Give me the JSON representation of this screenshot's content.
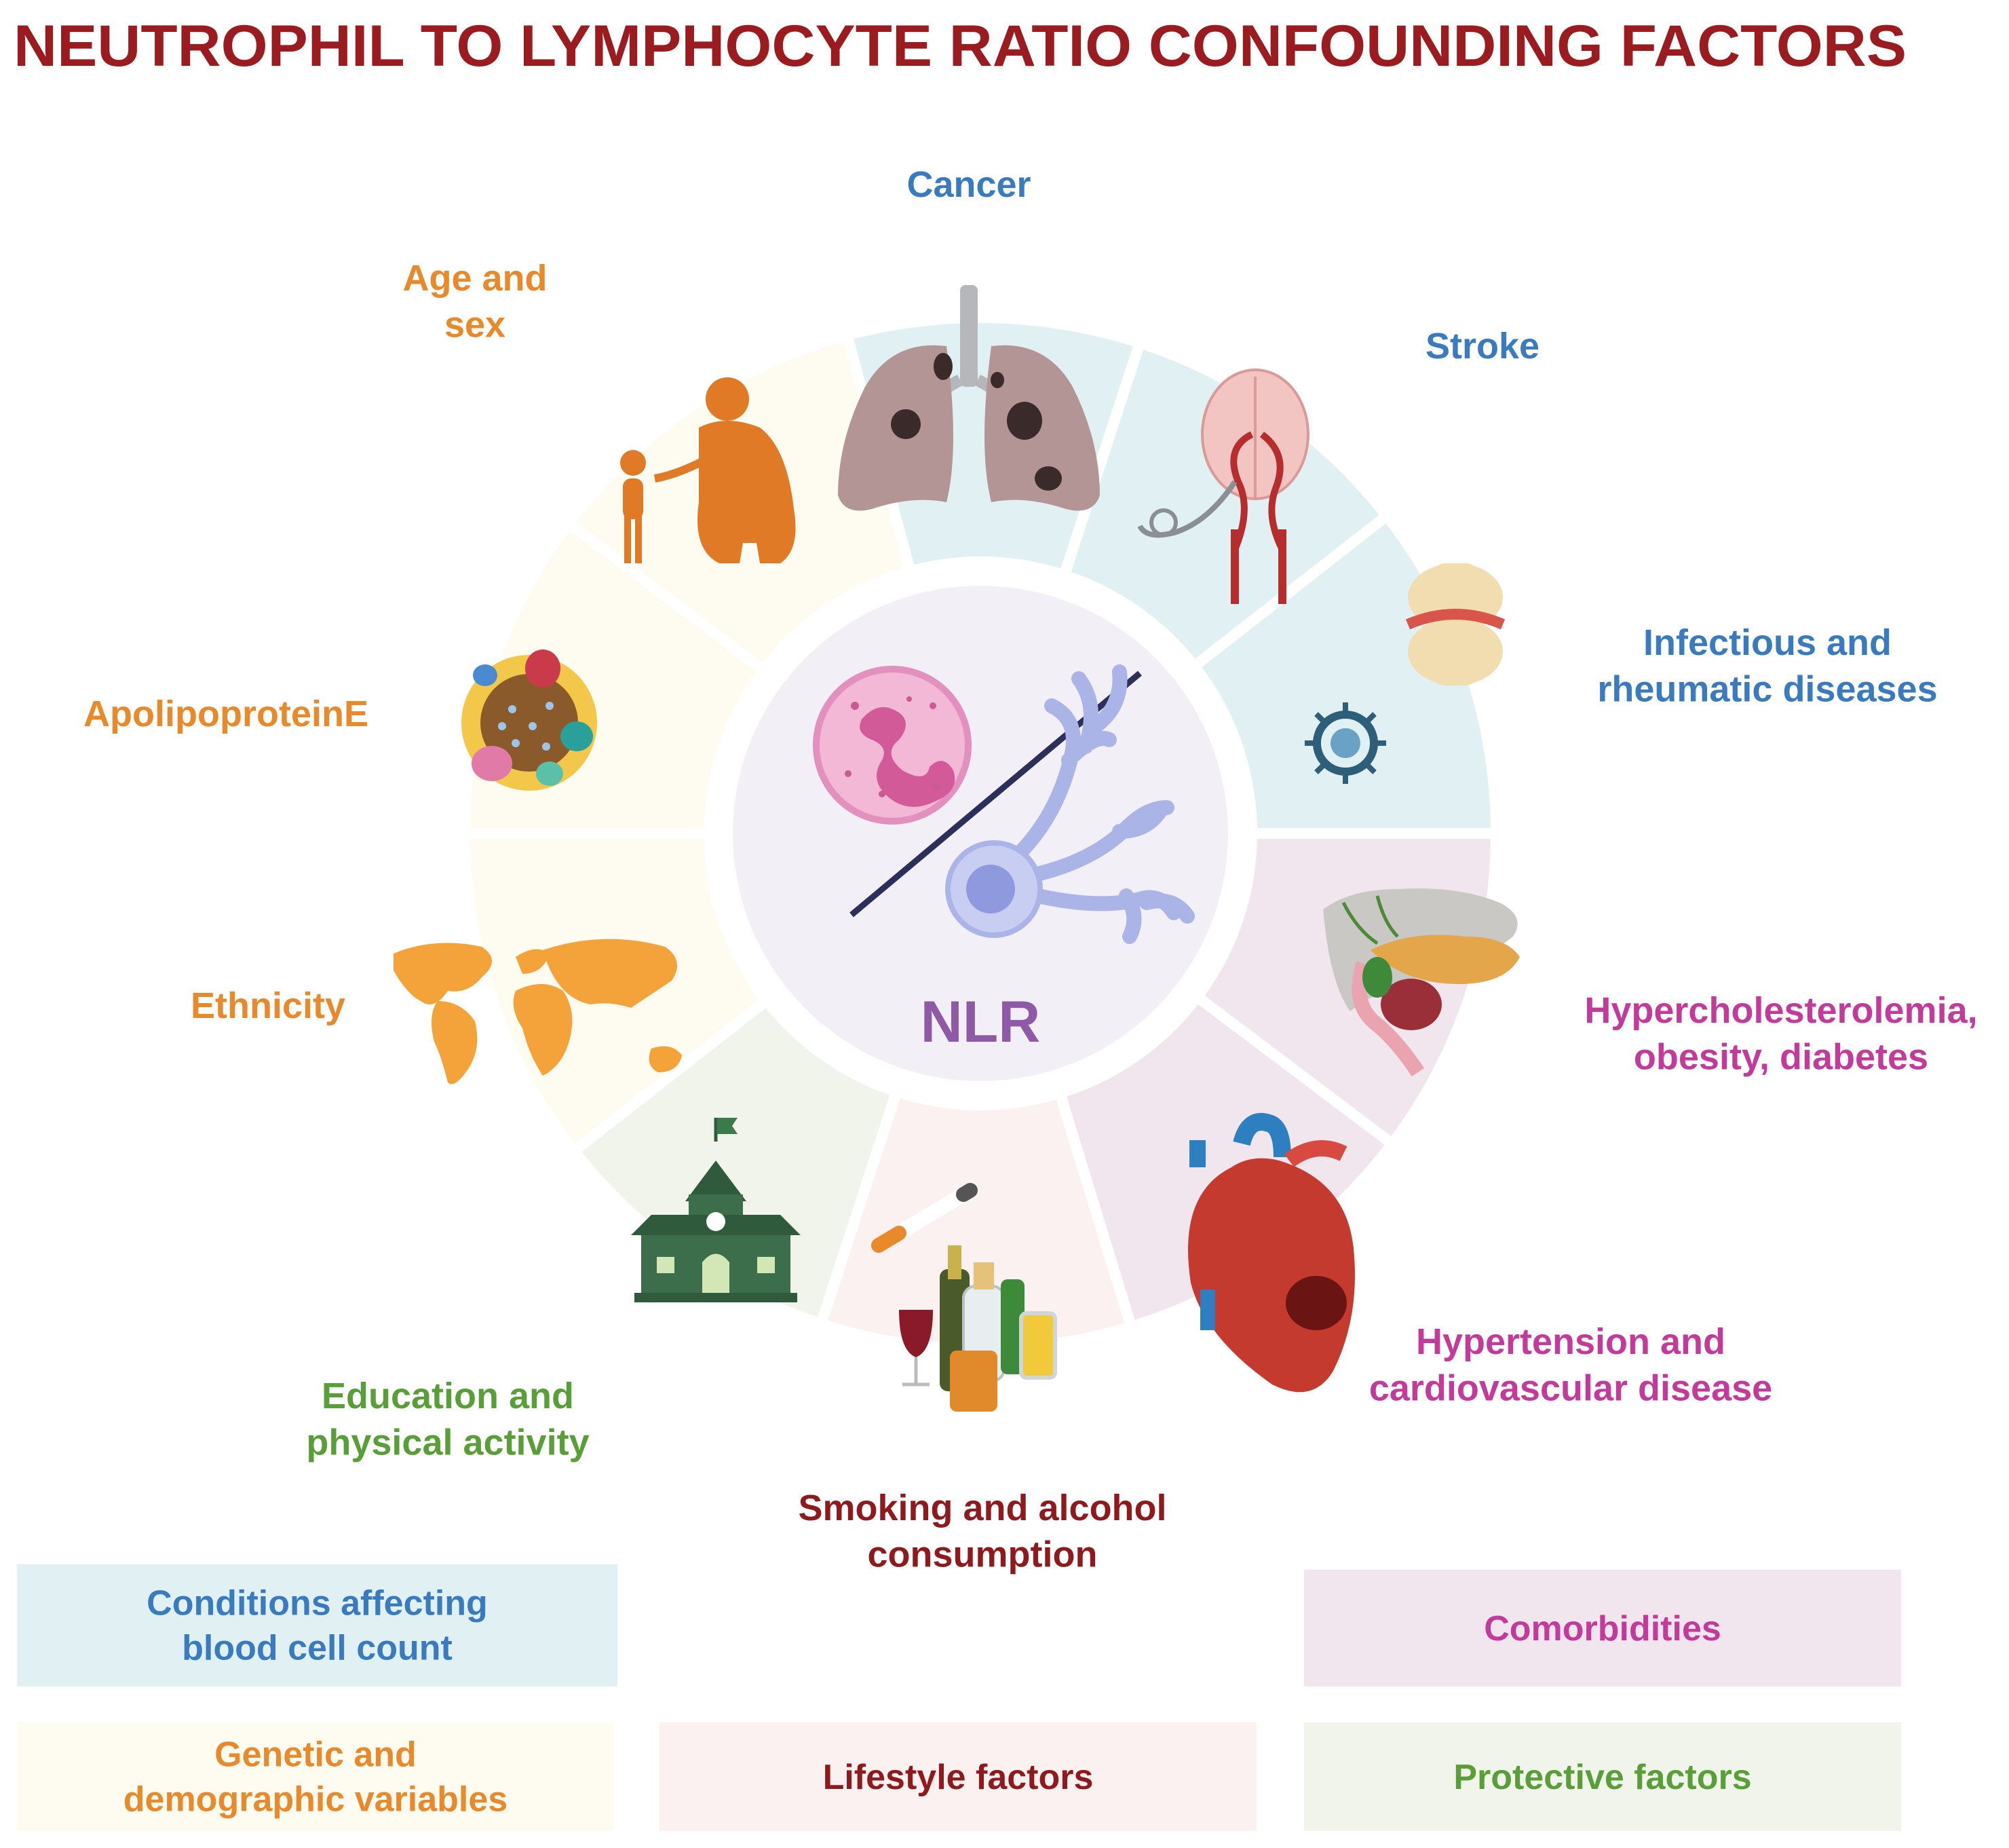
{
  "title": "NEUTROPHIL TO LYMPHOCYTE RATIO CONFOUNDING FACTORS",
  "center_label": "NLR",
  "colors": {
    "title": "#9b1c20",
    "blue": "#3a7bbf",
    "orange": "#e8892b",
    "magenta": "#c23a9a",
    "green": "#5a9e3a",
    "darkred": "#8e1a1e",
    "nlr": "#8e5aa6",
    "fill_blue": "#e0f0f3",
    "fill_cream": "#fefbf0",
    "fill_pink": "#f1e6ee",
    "fill_lightpink": "#fcf1f1",
    "fill_green": "#f1f4eb",
    "fill_center": "#f3eff7"
  },
  "factors": [
    {
      "id": "cancer",
      "lines": [
        "Cancer"
      ],
      "color": "blue",
      "icon": "lungs-icon"
    },
    {
      "id": "stroke",
      "lines": [
        "Stroke"
      ],
      "color": "blue",
      "icon": "brain-icon"
    },
    {
      "id": "infectious",
      "lines": [
        "Infectious and",
        "rheumatic diseases"
      ],
      "color": "blue",
      "icon": "joint-virus-icon"
    },
    {
      "id": "hyperchol",
      "lines": [
        "Hypercholesterolemia,",
        "obesity, diabetes"
      ],
      "color": "magenta",
      "icon": "liver-pancreas-icon"
    },
    {
      "id": "hypertension",
      "lines": [
        "Hypertension and",
        "cardiovascular disease"
      ],
      "color": "magenta",
      "icon": "heart-icon"
    },
    {
      "id": "smoking",
      "lines": [
        "Smoking and alcohol",
        "consumption"
      ],
      "color": "darkred",
      "icon": "cigarette-bottles-icon"
    },
    {
      "id": "education",
      "lines": [
        "Education and",
        "physical activity"
      ],
      "color": "green",
      "icon": "school-icon"
    },
    {
      "id": "ethnicity",
      "lines": [
        "Ethnicity"
      ],
      "color": "orange",
      "icon": "world-map-icon"
    },
    {
      "id": "apoe",
      "lines": [
        "ApolipoproteinE"
      ],
      "color": "orange",
      "icon": "lipoprotein-icon"
    },
    {
      "id": "age",
      "lines": [
        "Age and",
        "sex"
      ],
      "color": "orange",
      "icon": "elderly-child-icon"
    }
  ],
  "legend": [
    {
      "id": "conditions",
      "lines": [
        "Conditions affecting",
        "blood cell count"
      ],
      "color": "blue",
      "fill": "fill_blue"
    },
    {
      "id": "comorbidities",
      "lines": [
        "Comorbidities"
      ],
      "color": "magenta",
      "fill": "fill_pink"
    },
    {
      "id": "genetic",
      "lines": [
        "Genetic and",
        "demographic variables"
      ],
      "color": "orange",
      "fill": "fill_cream"
    },
    {
      "id": "lifestyle",
      "lines": [
        "Lifestyle factors"
      ],
      "color": "darkred",
      "fill": "fill_lightpink"
    },
    {
      "id": "protective",
      "lines": [
        "Protective factors"
      ],
      "color": "green",
      "fill": "fill_green"
    }
  ]
}
